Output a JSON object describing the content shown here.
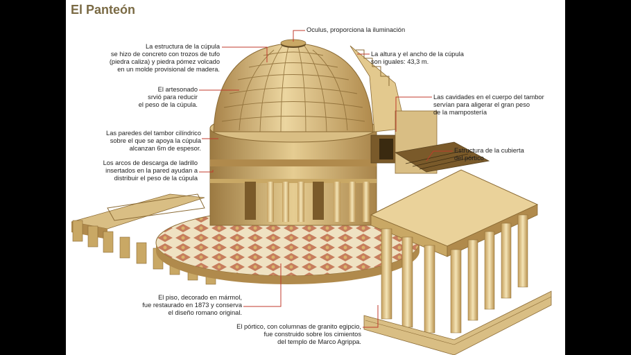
{
  "title": "El Panteón",
  "labels": {
    "oculus": "Oculus, proporciona la iluminación",
    "dome_structure": "La estructura de la cúpula\nse hizo de concreto con trozos de tufo\n(piedra caliza) y piedra pómez volcado\nen un molde provisional de madera.",
    "dome_height": "La altura y el ancho de la cúpula\nson iguales: 43,3 m.",
    "coffers": "El artesonado\nsrvió para reducir\nel peso de la cúpula.",
    "cavities": "Las cavidades en el cuerpo del tambor\nservían para aligerar el gran peso\nde la mampostería",
    "drum_walls": "Las paredes del tambor cilíndrico\nsobre el que se apoya la cúpula\nalcanzan 6m de espesor.",
    "portico_roof": "Estructura de la cubierta\ndel pórtico",
    "brick_arches": "Los arcos de descarga de ladrillo\ninsertados en la pared ayudan a\ndistribuir el peso de la cúpula",
    "floor": "El piso, decorado en mármol,\nfue restaurado en 1873 y conserva\nel diseño romano original.",
    "portico": "El pórtico, con columnas de granito egipcio,\nfue construido sobre los cimientos\ndel templo de Marco Agrippa."
  },
  "colors": {
    "title": "#7a6a44",
    "leader_line": "#c0392b",
    "stone_light": "#e9d39a",
    "stone_mid": "#c9a865",
    "stone_dark": "#8a6a34",
    "floor_red": "#b85a3a"
  }
}
